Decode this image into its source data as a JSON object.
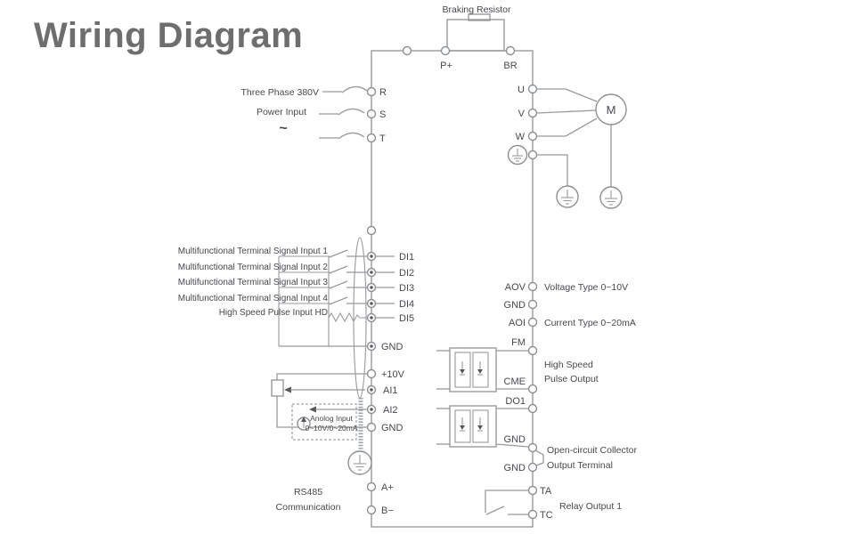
{
  "title": "Wiring Diagram",
  "colors": {
    "line": "#97999c",
    "text": "#45484c",
    "title": "#6e6e6e"
  },
  "braking": {
    "label": "Braking Resistor",
    "p_plus": "P+",
    "br": "BR"
  },
  "power": {
    "line1": "Three Phase 380V",
    "line2": "Power Input",
    "tilde": "~",
    "r": "R",
    "s": "S",
    "t": "T"
  },
  "motor": {
    "label": "M",
    "u": "U",
    "v": "V",
    "w": "W"
  },
  "di": {
    "labels": [
      "Multifunctional Terminal Signal Input 1",
      "Multifunctional Terminal Signal Input 2",
      "Multifunctional Terminal Signal Input 3",
      "Multifunctional Terminal Signal Input 4",
      "High Speed Pulse Input HD"
    ],
    "terminals": [
      "DI1",
      "DI2",
      "DI3",
      "DI4",
      "DI5"
    ],
    "gnd": "GND"
  },
  "ai": {
    "v10": "+10V",
    "ai1": "AI1",
    "ai2": "AI2",
    "gnd": "GND",
    "box1": "Anolog Input",
    "box2": "0~10V/0~20mA"
  },
  "rs485": {
    "line1": "RS485",
    "line2": "Communication",
    "a": "A+",
    "b": "B−"
  },
  "ao": {
    "aov": "AOV",
    "gnd": "GND",
    "aoi": "AOI",
    "aov_desc": "Voltage Type 0~10V",
    "aoi_desc": "Current Type 0~20mA"
  },
  "pulse": {
    "fm": "FM",
    "cme": "CME",
    "desc1": "High Speed",
    "desc2": "Pulse Output"
  },
  "oc": {
    "do1": "DO1",
    "gnd1": "GND",
    "gnd2": "GND",
    "desc1": "Open-circuit Collector",
    "desc2": "Output Terminal"
  },
  "relay": {
    "ta": "TA",
    "tc": "TC",
    "desc": "Relay Output 1"
  }
}
